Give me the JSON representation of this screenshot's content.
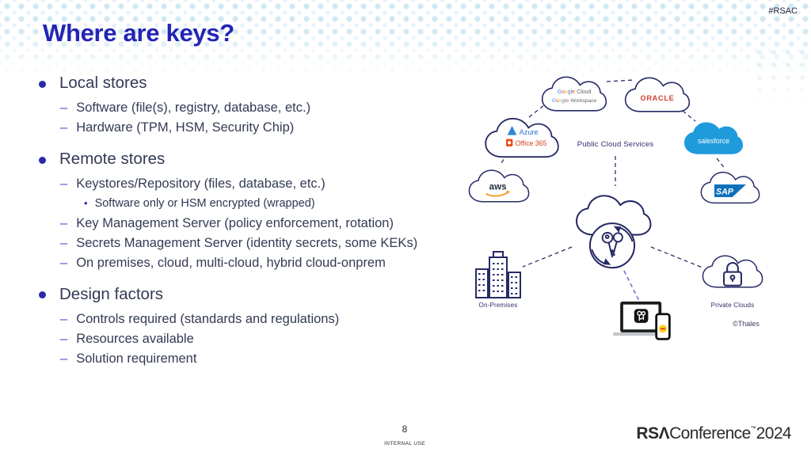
{
  "slide": {
    "hashtag": "#RSAC",
    "title": "Where are keys?",
    "page_number": "8",
    "classification": "INTERNAL USE",
    "footer_logo": {
      "rsa": "RSΛ",
      "conference": "Conference",
      "trademark": "™",
      "year": "2024"
    }
  },
  "outline": {
    "sections": [
      {
        "label": "Local stores",
        "items": [
          {
            "text": "Software (file(s), registry,  database, etc.)"
          },
          {
            "text": "Hardware (TPM, HSM, Security Chip)"
          }
        ]
      },
      {
        "label": "Remote stores",
        "items": [
          {
            "text": "Keystores/Repository (files, database, etc.)",
            "subitems": [
              "Software only or HSM encrypted (wrapped)"
            ]
          },
          {
            "text": "Key Management Server (policy enforcement, rotation)"
          },
          {
            "text": "Secrets Management Server (identity secrets, some KEKs)"
          },
          {
            "text": "On premises, cloud, multi-cloud, hybrid cloud-onprem"
          }
        ]
      },
      {
        "label": "Design factors",
        "items": [
          {
            "text": "Controls required (standards and regulations)"
          },
          {
            "text": "Resources available"
          },
          {
            "text": "Solution requirement"
          }
        ]
      }
    ]
  },
  "diagram": {
    "public_cloud_label": "Public Cloud Services",
    "google": {
      "letters": [
        "G",
        "o",
        "o",
        "g",
        "l",
        "e"
      ],
      "line1_suffix": "Cloud",
      "line2_suffix": "Workspace"
    },
    "oracle": {
      "label": "ORACLE"
    },
    "azure": {
      "label": "Azure"
    },
    "office": {
      "label": "Office 365"
    },
    "salesforce": {
      "label": "salesforce"
    },
    "aws": {
      "label": "aws"
    },
    "sap": {
      "label": "SAP"
    },
    "on_premises_label": "On-Premises",
    "private_clouds_label": "Private Clouds",
    "credit": "©Thales"
  },
  "colors": {
    "title_blue": "#2424b4",
    "body_text": "#333a55",
    "bullet_blue": "#2a2aa8",
    "dash_blue": "#4356c8",
    "diagram_navy": "#262a66",
    "dots_blue": "#cfe8f4",
    "salesforce_blue": "#1f9bdc",
    "aws_orange": "#f7981d",
    "oracle_red": "#d6402f",
    "azure_blue": "#2f6fd0",
    "office_orange": "#d8491b",
    "sap_blue": "#1070bc",
    "google_blue": "#4285F4",
    "google_red": "#EA4335",
    "google_yellow": "#FBBC05",
    "google_green": "#34A853",
    "connector_purple": "#8a63d2"
  }
}
